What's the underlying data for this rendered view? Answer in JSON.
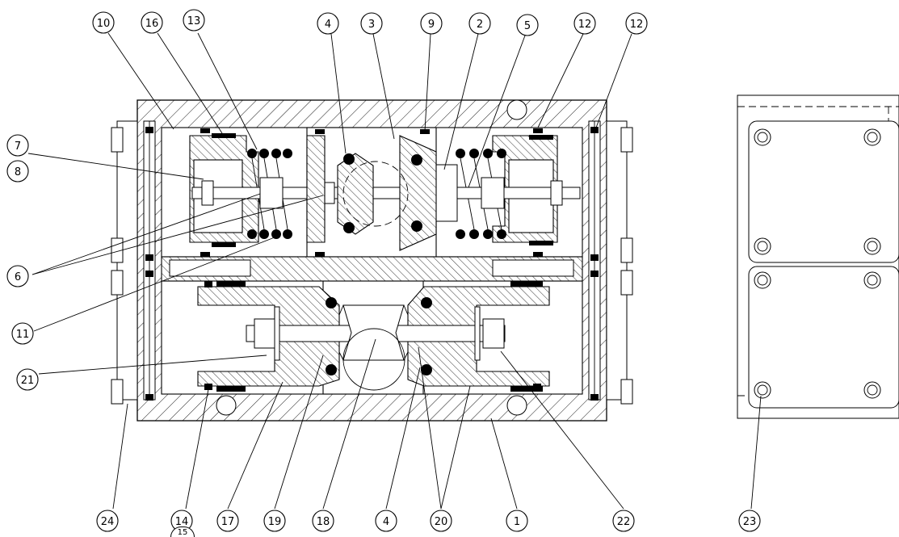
{
  "callouts": [
    {
      "id": "c10",
      "label": "10"
    },
    {
      "id": "c16",
      "label": "16"
    },
    {
      "id": "c13",
      "label": "13"
    },
    {
      "id": "c4a",
      "label": "4"
    },
    {
      "id": "c3",
      "label": "3"
    },
    {
      "id": "c9",
      "label": "9"
    },
    {
      "id": "c2",
      "label": "2"
    },
    {
      "id": "c5",
      "label": "5"
    },
    {
      "id": "c12a",
      "label": "12"
    },
    {
      "id": "c12b",
      "label": "12"
    },
    {
      "id": "c7",
      "label": "7"
    },
    {
      "id": "c8",
      "label": "8"
    },
    {
      "id": "c6",
      "label": "6"
    },
    {
      "id": "c11",
      "label": "11"
    },
    {
      "id": "c21",
      "label": "21"
    },
    {
      "id": "c24",
      "label": "24"
    },
    {
      "id": "c14",
      "label": "14"
    },
    {
      "id": "c15",
      "label": "15"
    },
    {
      "id": "c17",
      "label": "17"
    },
    {
      "id": "c19",
      "label": "19"
    },
    {
      "id": "c18",
      "label": "18"
    },
    {
      "id": "c4b",
      "label": "4"
    },
    {
      "id": "c20",
      "label": "20"
    },
    {
      "id": "c1",
      "label": "1"
    },
    {
      "id": "c22",
      "label": "22"
    },
    {
      "id": "c23",
      "label": "23"
    }
  ]
}
